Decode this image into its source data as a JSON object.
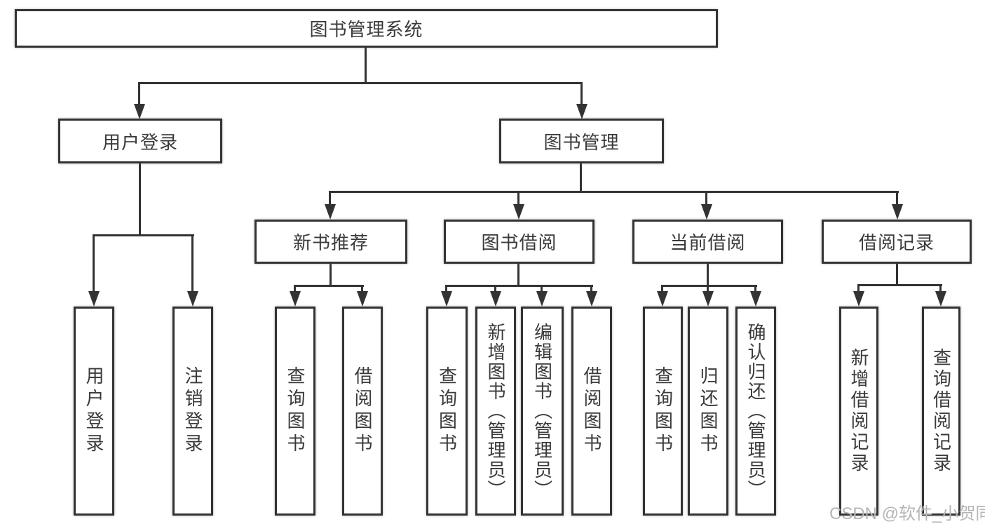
{
  "diagram_title": "图书管理系统",
  "nodes": {
    "root": "图书管理系统",
    "user_login": "用户登录",
    "book_mgmt": "图书管理",
    "new_book_rec": "新书推荐",
    "book_borrow": "图书借阅",
    "current_borrow": "当前借阅",
    "borrow_records": "借阅记录",
    "user_login_leaf": "用户登录",
    "logout_leaf": "注销登录",
    "query_book_rec": "查询图书",
    "borrow_book_rec": "借阅图书",
    "query_book_borrow": "查询图书",
    "add_book_admin": "新增图书（管理员）",
    "edit_book_admin": "编辑图书（管理员）",
    "borrow_book_leaf": "借阅图书",
    "query_book_current": "查询图书",
    "return_book": "归还图书",
    "confirm_return_admin": "确认归还（管理员）",
    "add_borrow_record": "新增借阅记录",
    "query_borrow_record": "查询借阅记录"
  },
  "hierarchy": {
    "root": "图书管理系统",
    "children": [
      {
        "label": "用户登录",
        "children": [
          "用户登录",
          "注销登录"
        ]
      },
      {
        "label": "图书管理",
        "children": [
          {
            "label": "新书推荐",
            "children": [
              "查询图书",
              "借阅图书"
            ]
          },
          {
            "label": "图书借阅",
            "children": [
              "查询图书",
              "新增图书（管理员）",
              "编辑图书（管理员）",
              "借阅图书"
            ]
          },
          {
            "label": "当前借阅",
            "children": [
              "查询图书",
              "归还图书",
              "确认归还（管理员）"
            ]
          },
          {
            "label": "借阅记录",
            "children": [
              "新增借阅记录",
              "查询借阅记录"
            ]
          }
        ]
      }
    ]
  },
  "watermark": "CSDN @软件_小贺同学",
  "colors": {
    "line": "#333333",
    "text": "#3a3a3a",
    "watermark": "#b5b5b5",
    "background": "#ffffff"
  }
}
